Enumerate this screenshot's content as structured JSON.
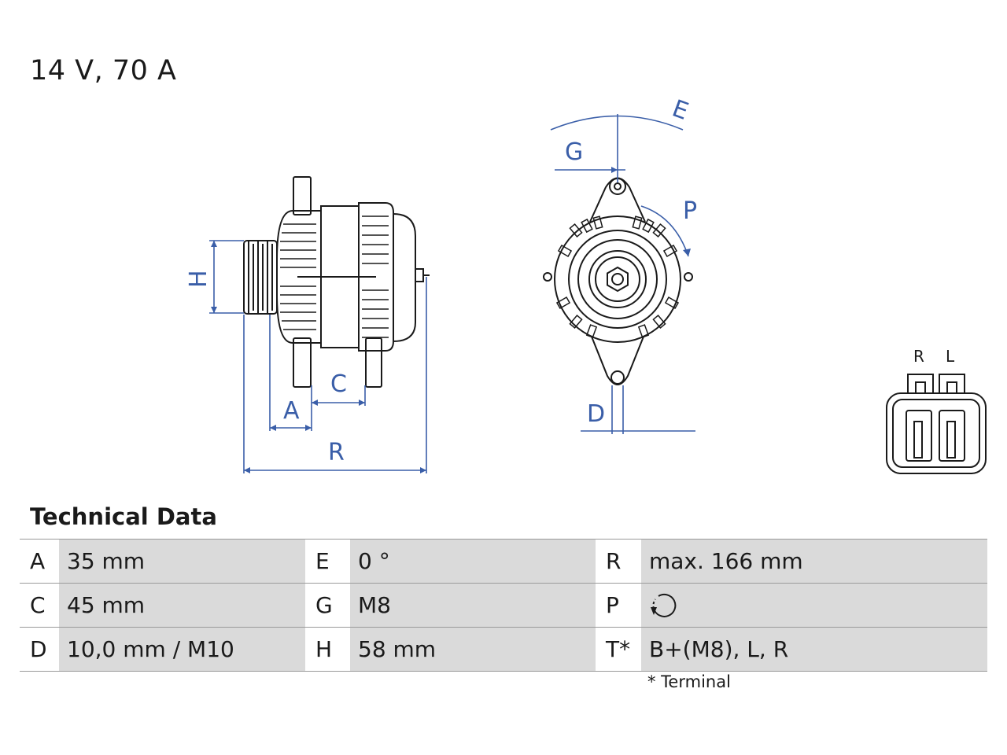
{
  "header": {
    "title": "14 V, 70 A"
  },
  "diagram": {
    "dimension_labels": [
      "H",
      "A",
      "C",
      "R",
      "E",
      "G",
      "P",
      "D"
    ],
    "connector_labels": [
      "R",
      "L"
    ]
  },
  "technical_data": {
    "title": "Technical Data",
    "rows": [
      [
        {
          "key": "A",
          "value": "35 mm"
        },
        {
          "key": "E",
          "value": "0 °"
        },
        {
          "key": "R",
          "value": "max. 166 mm"
        }
      ],
      [
        {
          "key": "C",
          "value": "45 mm"
        },
        {
          "key": "G",
          "value": "M8"
        },
        {
          "key": "P",
          "value": "",
          "icon": "clockwise-rotation-icon"
        }
      ],
      [
        {
          "key": "D",
          "value": "10,0 mm / M10"
        },
        {
          "key": "H",
          "value": "58 mm"
        },
        {
          "key": "T*",
          "value": "B+(M8), L, R"
        }
      ]
    ],
    "footnote": "* Terminal"
  },
  "colors": {
    "dimension": "#3a5ea8",
    "drawing": "#1a1a1a",
    "table_shade": "#dadada"
  }
}
